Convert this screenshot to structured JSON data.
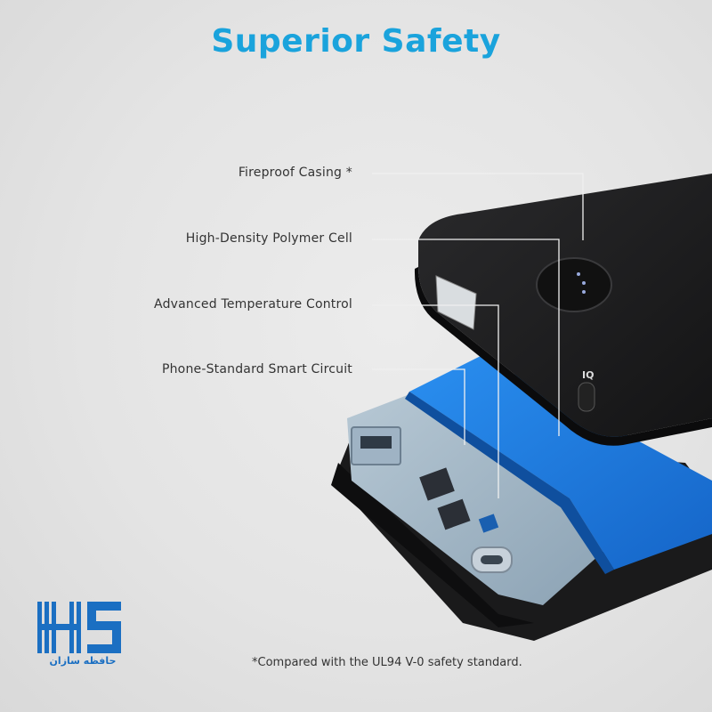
{
  "title": "Superior Safety",
  "callouts": [
    "Fireproof Casing *",
    "High-Density Polymer Cell",
    "Advanced Temperature Control",
    "Phone-Standard Smart Circuit"
  ],
  "footnote": "*Compared with the UL94 V-0 safety standard.",
  "device": {
    "port_badge": "IQ"
  },
  "logo": {
    "letters": "HS",
    "caption": "حافظه سازان"
  },
  "colors": {
    "title": "#1aa3dc",
    "battery_cell": "#1f7fe0",
    "casing": "#1c1c1e",
    "logo": "#1b6fc2"
  }
}
